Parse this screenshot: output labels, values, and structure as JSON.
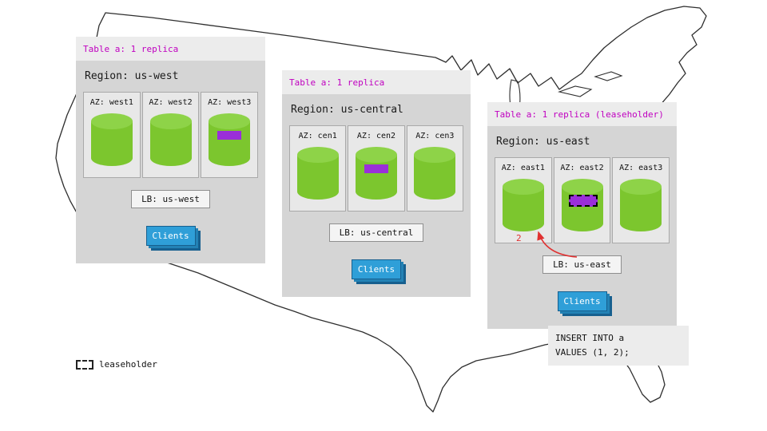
{
  "map": {
    "name": "us-contiguous-outline"
  },
  "regions": [
    {
      "table_label": "Table a: 1 replica",
      "title": "Region: us-west",
      "azs": [
        {
          "label": "AZ: west1",
          "replica": false,
          "leaseholder": false
        },
        {
          "label": "AZ: west2",
          "replica": false,
          "leaseholder": false
        },
        {
          "label": "AZ: west3",
          "replica": true,
          "leaseholder": false
        }
      ],
      "lb_label": "LB: us-west",
      "clients_label": "Clients"
    },
    {
      "table_label": "Table a: 1 replica",
      "title": "Region: us-central",
      "azs": [
        {
          "label": "AZ: cen1",
          "replica": false,
          "leaseholder": false
        },
        {
          "label": "AZ: cen2",
          "replica": true,
          "leaseholder": false
        },
        {
          "label": "AZ: cen3",
          "replica": false,
          "leaseholder": false
        }
      ],
      "lb_label": "LB: us-central",
      "clients_label": "Clients"
    },
    {
      "table_label": "Table a: 1 replica (leaseholder)",
      "title": "Region: us-east",
      "azs": [
        {
          "label": "AZ: east1",
          "replica": false,
          "leaseholder": false
        },
        {
          "label": "AZ: east2",
          "replica": true,
          "leaseholder": true
        },
        {
          "label": "AZ: east3",
          "replica": false,
          "leaseholder": false
        }
      ],
      "lb_label": "LB: us-east",
      "clients_label": "Clients",
      "arrow_label": "2"
    }
  ],
  "note": {
    "lines": [
      "INSERT INTO a",
      "VALUES (1, 2);"
    ]
  },
  "legend": {
    "label": "leaseholder"
  },
  "colors": {
    "replica_purple": "#9a2fd9",
    "cylinder_green": "#7cc62e",
    "header_magenta": "#c000c0",
    "clients_blue": "#2f9fd8",
    "arrow_red": "#e03131"
  }
}
